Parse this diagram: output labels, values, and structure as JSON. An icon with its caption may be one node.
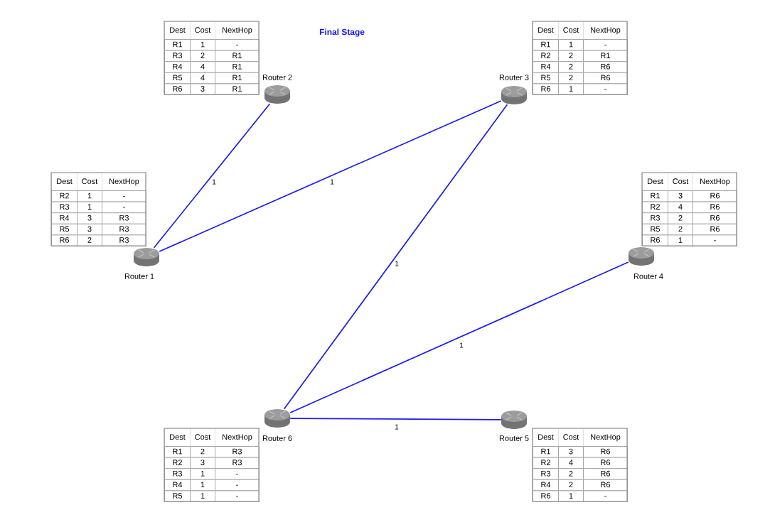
{
  "diagram": {
    "title": "Final Stage",
    "nodes": [
      {
        "text": [],
        "shape": "cylinder",
        "beside": [
          "Router 2"
        ]
      },
      {
        "text": [],
        "shape": "cylinder",
        "beside": [
          "Router 3"
        ]
      },
      {
        "text": [],
        "shape": "cylinder",
        "beside": [
          "Router 1"
        ]
      },
      {
        "text": [],
        "shape": "cylinder",
        "beside": [
          "Router 4"
        ]
      },
      {
        "text": [],
        "shape": "cylinder",
        "beside": [
          "Router 6"
        ]
      },
      {
        "text": [],
        "shape": "cylinder",
        "beside": [
          "Router 5"
        ]
      }
    ],
    "edges": [
      {
        "from": 2,
        "to": 0,
        "arrow": "none",
        "label": "1"
      },
      {
        "from": 2,
        "to": 1,
        "arrow": "none",
        "label": "1"
      },
      {
        "from": 1,
        "to": 4,
        "arrow": "none",
        "label": "1"
      },
      {
        "from": 3,
        "to": 4,
        "arrow": "none",
        "label": "1"
      },
      {
        "from": 4,
        "to": 5,
        "arrow": "none",
        "label": "1"
      }
    ],
    "labels": [
      "Dest",
      "Cost",
      "NextHop",
      "R1",
      "1",
      "-",
      "R3",
      "2",
      "R1",
      "R4",
      "4",
      "R1",
      "R5",
      "4",
      "R1",
      "R6",
      "3",
      "R1",
      "Dest",
      "Cost",
      "NextHop",
      "R1",
      "1",
      "-",
      "R2",
      "2",
      "R1",
      "R4",
      "2",
      "R6",
      "R5",
      "2",
      "R6",
      "R6",
      "1",
      "-",
      "Dest",
      "Cost",
      "NextHop",
      "R2",
      "1",
      "-",
      "R3",
      "1",
      "-",
      "R4",
      "3",
      "R3",
      "R5",
      "3",
      "R3",
      "R6",
      "2",
      "R3",
      "Dest",
      "Cost",
      "NextHop",
      "R1",
      "3",
      "R6",
      "R2",
      "4",
      "R6",
      "R3",
      "2",
      "R6",
      "R5",
      "2",
      "R6",
      "R6",
      "1",
      "-",
      "Dest",
      "Cost",
      "NextHop",
      "R1",
      "2",
      "R3",
      "R2",
      "3",
      "R3",
      "R3",
      "1",
      "-",
      "R4",
      "1",
      "-",
      "R5",
      "1",
      "-",
      "Dest",
      "Cost",
      "NextHop",
      "R1",
      "3",
      "R6",
      "R2",
      "4",
      "R6",
      "R3",
      "2",
      "R6",
      "R4",
      "2",
      "R6",
      "R6",
      "1",
      "-"
    ]
  }
}
